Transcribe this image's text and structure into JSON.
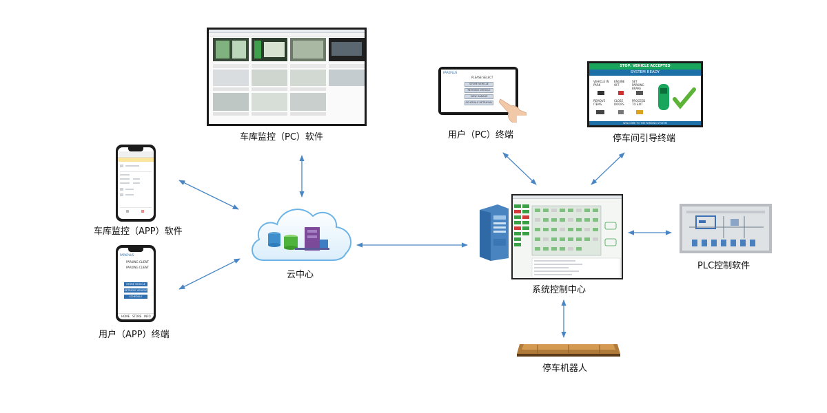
{
  "nodes": {
    "garage_pc": {
      "label": "车库监控（PC）软件"
    },
    "garage_app": {
      "label": "车库监控（APP）软件"
    },
    "user_app": {
      "label": "用户（APP）终端",
      "screen": {
        "logo": "PARKPLUS",
        "l1": "PARKING CLIENT",
        "l2": "PARKING CLIENT",
        "buttons": [
          "STORE VEHICLE",
          "RETRIEVE VEHICLE",
          "SCHEDULE RETRIEVAL"
        ],
        "tabs": [
          "HOME",
          "STORE",
          "INFO"
        ]
      }
    },
    "cloud": {
      "label": "云中心"
    },
    "user_pc": {
      "label": "用户（PC）终端",
      "screen": {
        "logo": "PARKPLUS",
        "heading": "PLEASE SELECT",
        "buttons": [
          "STORE VEHICLE",
          "RETRIEVE VEHICLE",
          "VIEW GARAGE",
          "SCHEDULE RETRIEVAL"
        ]
      }
    },
    "guide": {
      "label": "停车间引导终端",
      "screen": {
        "stop": "STOP: VEHICLE ACCEPTED",
        "ready": "SYSTEM READY",
        "steps": [
          "VEHICLE IN PARK",
          "ENGINE OFF",
          "SET PARKING BRAKE",
          "REMOVE ITEMS",
          "CLOSE DOORS",
          "PROCEED TO EXIT"
        ],
        "footer": "WELCOME TO THE PARKING SYSTEM"
      }
    },
    "control": {
      "label": "系统控制中心"
    },
    "plc": {
      "label": "PLC控制软件"
    },
    "robot": {
      "label": "停车机器人"
    }
  },
  "colors": {
    "arrow": "#4a86c4",
    "cloud": "#6cb4e6",
    "panel_blue": "#1d6fa8",
    "guide_green": "#1aa55c"
  }
}
